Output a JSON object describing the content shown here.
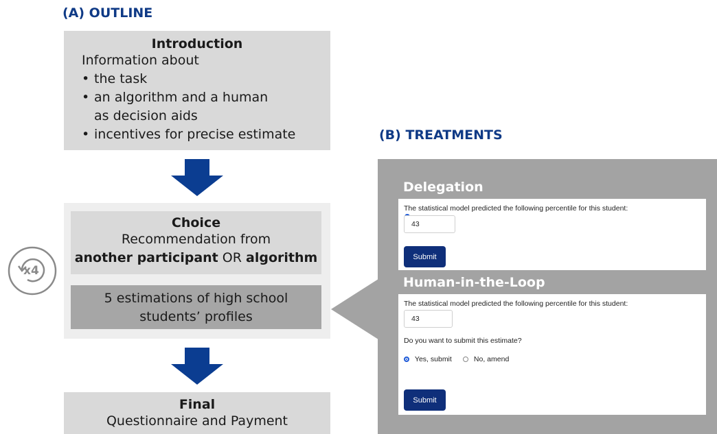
{
  "outline": {
    "heading": "(A) OUTLINE",
    "intro": {
      "title": "Introduction",
      "lead": "Information about",
      "bullets": [
        "the task",
        "an algorithm and a human",
        "incentives for precise estimate"
      ],
      "bullet2_cont": "as decision aids"
    },
    "choice": {
      "title": "Choice",
      "line1": "Recommendation from",
      "bold1": "another participant",
      "or": " OR ",
      "bold2": "algorithm"
    },
    "estimations": {
      "line1": "5 estimations of high school",
      "line2": "students’ profiles"
    },
    "repeat_label": "x4",
    "final": {
      "title": "Final",
      "text": "Questionnaire and Payment"
    }
  },
  "treatments": {
    "heading": "(B) TREATMENTS",
    "delegation": {
      "title": "Delegation",
      "prompt": "The statistical model predicted the following percentile for this student:",
      "value": "43",
      "submit_label": "Submit"
    },
    "hitl": {
      "title": "Human-in-the-Loop",
      "prompt": "The statistical model predicted the following percentile for this student:",
      "value": "43",
      "question": "Do you want to submit this estimate?",
      "option_yes": "Yes, submit",
      "option_no": "No, amend",
      "submit_label": "Submit"
    }
  },
  "colors": {
    "heading": "#0f3a86",
    "arrow": "#0b3d91",
    "box": "#d9d9d9",
    "panel": "#a3a3a3",
    "button": "#0f2f7a"
  }
}
